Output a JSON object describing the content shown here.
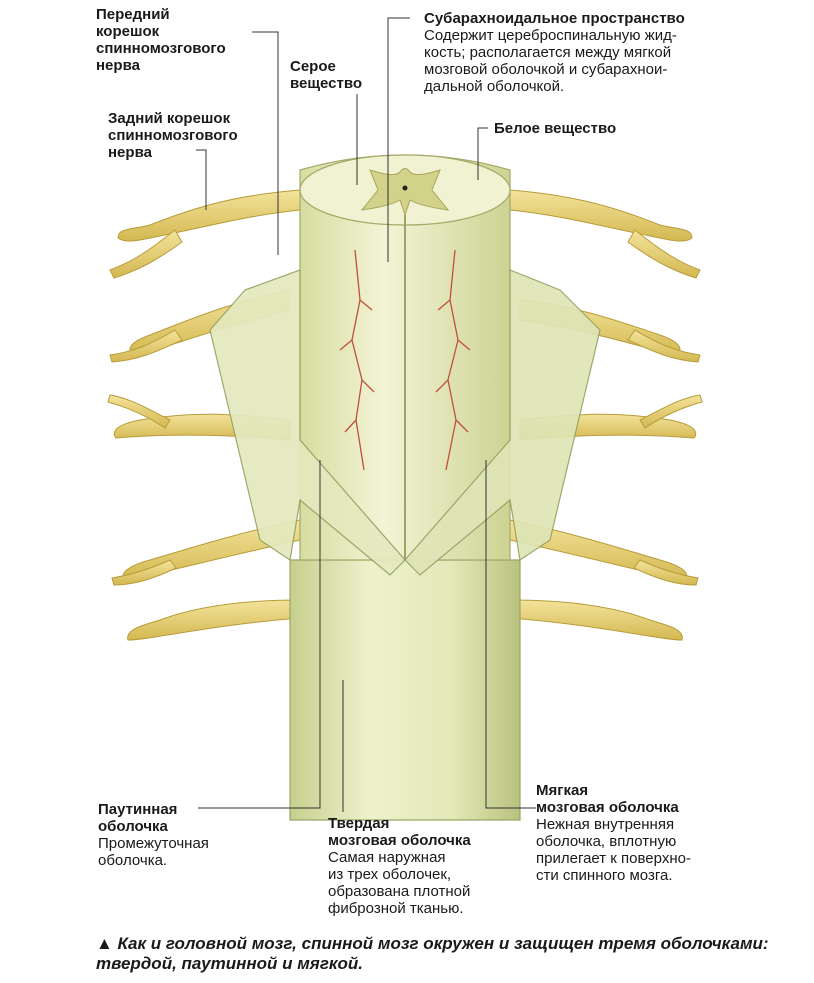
{
  "labels": {
    "anterior_root": {
      "title": "Передний\nкорешок\nспинномозгового\nнерва"
    },
    "gray_matter": {
      "title": "Серое\nвещество"
    },
    "subarachnoid": {
      "title": "Субарахноидальное пространство",
      "desc": "Содержит цереброспинальную жид-\nкость; располагается  между мягкой\nмозговой оболочкой и субарахнои-\nдальной оболочкой."
    },
    "posterior_root": {
      "title": "Задний корешок\nспинномозгового\nнерва"
    },
    "white_matter": {
      "title": "Белое вещество"
    },
    "arachnoid": {
      "title": "Паутинная\nоболочка",
      "desc": "Промежуточная\nоболочка."
    },
    "dura": {
      "title": "Твердая\nмозговая оболочка",
      "desc": "Самая наружная\nиз трех оболочек,\nобразована плотной\nфиброзной тканью."
    },
    "pia": {
      "title": "Мягкая\nмозговая оболочка",
      "desc": "Нежная внутренняя\nоболочка, вплотную\nприлегает к поверхно-\nсти спинного мозга."
    }
  },
  "caption": "▲ Как и головной мозг, спинной мозг окружен и защищен тремя оболочками: твердой, паутинной и мягкой.",
  "colors": {
    "nerve": "#e8d37a",
    "nerve_dark": "#c9ad48",
    "cord": "#eef0c4",
    "cord_shadow": "#c9cf8e",
    "dura": "#dfe6b4",
    "gray_matter": "#d3d28a",
    "vessel": "#c0503a"
  }
}
